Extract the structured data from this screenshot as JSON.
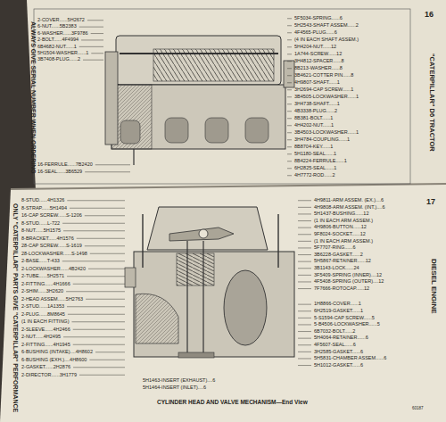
{
  "diagram": {
    "caption": "CYLINDER HEAD AND VALVE MECHANISM—End View",
    "labels": [
      "ALWAYS GIVE SERIAL NUMBER WHEN ORDERING",
      "16",
      "\"CATERPILLAR\" D6 TRACTOR",
      "2-COVER......5H2672",
      "6-NUT......5B2383",
      "6-WASHER......3F9786",
      "2-BOLT......4F4994",
      "6B4682-NUT......1",
      "5H1504-WASHER......1",
      "3B7408-PLUG......2",
      "16-FERRULE......7B2420",
      "16-SEAL......3B6529",
      "5F5034-SPRING......6",
      "5H2543-SHAFT ASSEM......2",
      "4F4565-PLUG......6",
      "(4 IN EACH SHAFT ASSEM.)",
      "5H4204-NUT......12",
      "1A744-SCREW......12",
      "3H4812-SPACER......8",
      "8B213-WASHER......8",
      "3B4621-COTTER PIN......8",
      "4H9807-SHAFT......1",
      "3H2694-CAP SCREW......1",
      "3B4505-LOCKWASHER......1",
      "3H4738-SHAFT......1",
      "4B3338-PLUG......2",
      "8B381-BOLT......1",
      "4H4202-NUT......1",
      "3B4503-LOCKWASHER......1",
      "3H4784-COUPLING......1",
      "8B8704-KEY......1",
      "5H1180-SEAL......1",
      "8B4224-FERRULE......1",
      "6H2825-SEAL......1",
      "4H7772-ROD......2",
      "ONLY \"CATERPILLAR\" PARTS GIVE \"CATERPILLAR\" PERFORMANCE",
      "DIESEL ENGINE",
      "17",
      "60187",
      "8-STUD......4H1326",
      "8-STRAP......5H1494",
      "16-CAP SCREW......S-1206",
      "8-STUD......L-722",
      "8-NUT......5H1575",
      "8-BRACKET......4H1576",
      "28-CAP SCREW......S-1619",
      "28-LOCKWASHER......S-1498",
      "2-BASE......T-433",
      "2-LOCKWASHER......4B2420",
      "2-TUBE......5H2571",
      "2-FITTING......4H1666",
      "2-SHIM......3H2620",
      "2-HEAD ASSEM......5H2763",
      "2-STUD......1A1353",
      "2-PLUG......8M8645",
      "(1 IN EACH FITTING)",
      "2-SLEEVE......4H2466",
      "2-NUT......4H2495",
      "2-FITTING......4H1945",
      "6-BUSHING (INTAKE)....4H8602",
      "6-BUSHING (EXH.)....4H8600",
      "2-GASKET......2H2876",
      "2-DIRECTOR......3H1779",
      "4H9811-ARM ASSEM. (EX.)....6",
      "4H9808-ARM ASSEM. (INT.)....6",
      "5H1437-BUSHING......12",
      "(1 IN EACH ARM ASSEM.)",
      "4H9806-BUTTON......12",
      "9F8024-SOCKET......12",
      "(1 IN EACH ARM ASSEM.)",
      "5F7707-RING......6",
      "3B6228-GASKET......2",
      "5H5867-RETAINER......12",
      "3B1143-LOCK......24",
      "3F5409-SPRING (INNER)....12",
      "4F5408-SPRING (OUTER)....12",
      "7F7666-ROTOCAP......12",
      "1H8866-COVER......1",
      "6H2519-GASKET......1",
      "5-S1594-CAP SCREW......5",
      "5-B4506-LOCKWASHER......5",
      "6B7032-BOLT......2",
      "5H4064-RETAINER......6",
      "4F5607-SEAL......6",
      "3H2585-GASKET......6",
      "5H5831-CHAMBER ASSEM......6",
      "5H1012-GASKET......6",
      "5H1463-INSERT (EXHAUST)....6",
      "5H1464-INSERT (INLET)....6"
    ]
  }
}
